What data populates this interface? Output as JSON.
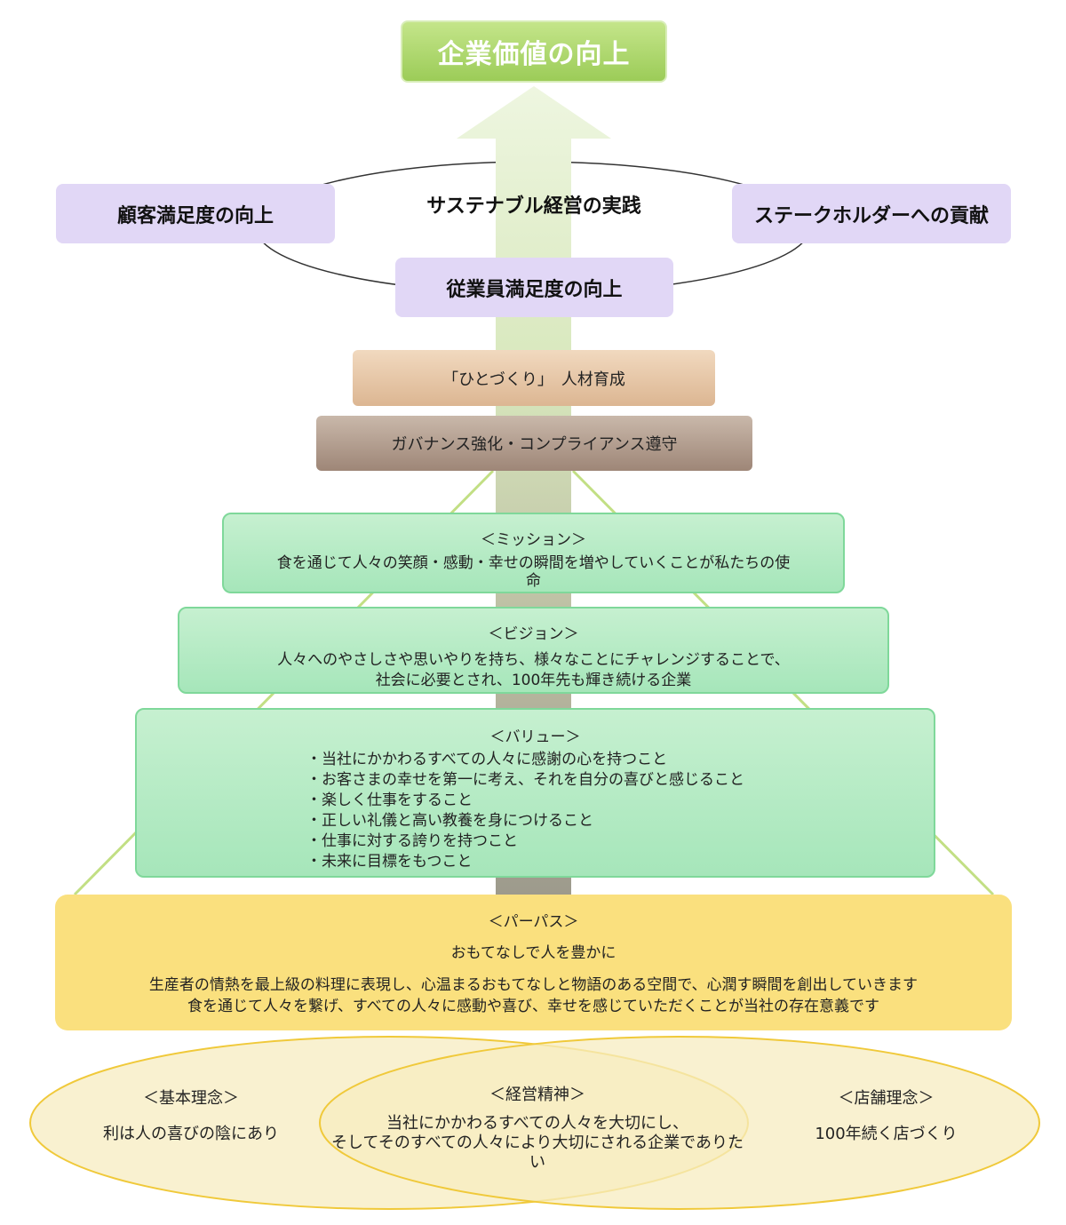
{
  "goal": "企業価値の向上",
  "sustainability": {
    "title": "サステナブル経営の実践",
    "customer": "顧客満足度の向上",
    "stakeholder": "ステークホルダーへの貢献",
    "employee": "従業員満足度の向上"
  },
  "talent": "「ひとづくり」　人材育成",
  "governance": "ガバナンス強化・コンプライアンス遵守",
  "mission": {
    "heading": "＜ミッション＞",
    "text_line1": "食を通じて人々の笑顔・感動・幸せの瞬間を増やしていくことが私たちの使",
    "text_line2": "命"
  },
  "vision": {
    "heading": "＜ビジョン＞",
    "line1": "人々へのやさしさや思いやりを持ち、様々なことにチャレンジすることで、",
    "line2": "社会に必要とされ、100年先も輝き続ける企業"
  },
  "values": {
    "heading": "＜バリュー＞",
    "items": [
      "・当社にかかわるすべての人々に感謝の心を持つこと",
      "・お客さまの幸せを第一に考え、それを自分の喜びと感じること",
      "・楽しく仕事をすること",
      "・正しい礼儀と高い教養を身につけること",
      "・仕事に対する誇りを持つこと",
      "・未来に目標をもつこと"
    ]
  },
  "purpose": {
    "heading": "＜パーパス＞",
    "tagline": "おもてなしで人を豊かに",
    "line1": "生産者の情熱を最上級の料理に表現し、心温まるおもてなしと物語のある空間で、心潤す瞬間を創出していきます",
    "line2": "食を通じて人々を繋げ、すべての人々に感動や喜び、幸せを感じていただくことが当社の存在意義です"
  },
  "basic": {
    "heading": "＜基本理念＞",
    "text": "利は人の喜びの陰にあり"
  },
  "spirit": {
    "heading": "＜経営精神＞",
    "line1": "当社にかかわるすべての人々を大切にし、",
    "line2": "そしてそのすべての人々により大切にされる企業でありた",
    "line3": "い"
  },
  "store": {
    "heading": "＜店舗理念＞",
    "text": "100年続く店づくり"
  },
  "colors": {
    "goal_green": "#9ccc58",
    "arrow_light": "#e4f1cf",
    "arrow_dark": "#a09b8c",
    "purple": "#e1d7f6",
    "mint": "#a6e6ba",
    "yellow": "#fae07e",
    "oval_fill": "#f7ecc0",
    "oval_stroke": "#f0c93a"
  }
}
